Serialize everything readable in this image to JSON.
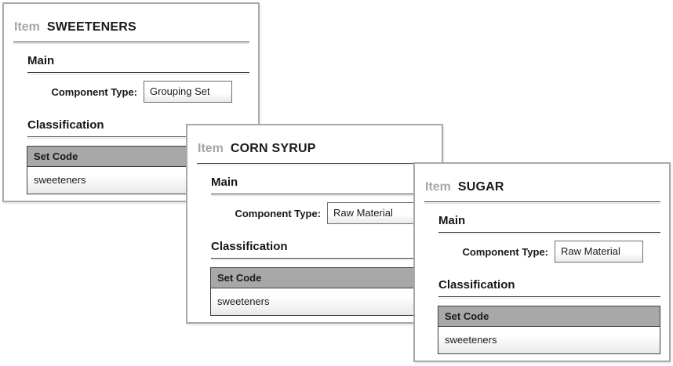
{
  "cards": [
    {
      "item_label": "Item",
      "item_name": "SWEETENERS",
      "main_heading": "Main",
      "component_type_label": "Component Type:",
      "component_type_value": "Grouping Set",
      "classification_heading": "Classification",
      "set_code_header": "Set Code",
      "set_code_value": "sweeteners"
    },
    {
      "item_label": "Item",
      "item_name": "CORN SYRUP",
      "main_heading": "Main",
      "component_type_label": "Component Type:",
      "component_type_value": "Raw Material",
      "classification_heading": "Classification",
      "set_code_header": "Set Code",
      "set_code_value": "sweeteners"
    },
    {
      "item_label": "Item",
      "item_name": "SUGAR",
      "main_heading": "Main",
      "component_type_label": "Component Type:",
      "component_type_value": "Raw Material",
      "classification_heading": "Classification",
      "set_code_header": "Set Code",
      "set_code_value": "sweeteners"
    }
  ],
  "colors": {
    "card_border": "#a9a9a9",
    "item_label_gray": "#a6a6a6",
    "rule_dark": "#404040",
    "table_border": "#3f3f3f",
    "table_header_bg": "#a8a8a8",
    "field_border": "#6e6e6e",
    "text_dark": "#1a1a1a"
  }
}
